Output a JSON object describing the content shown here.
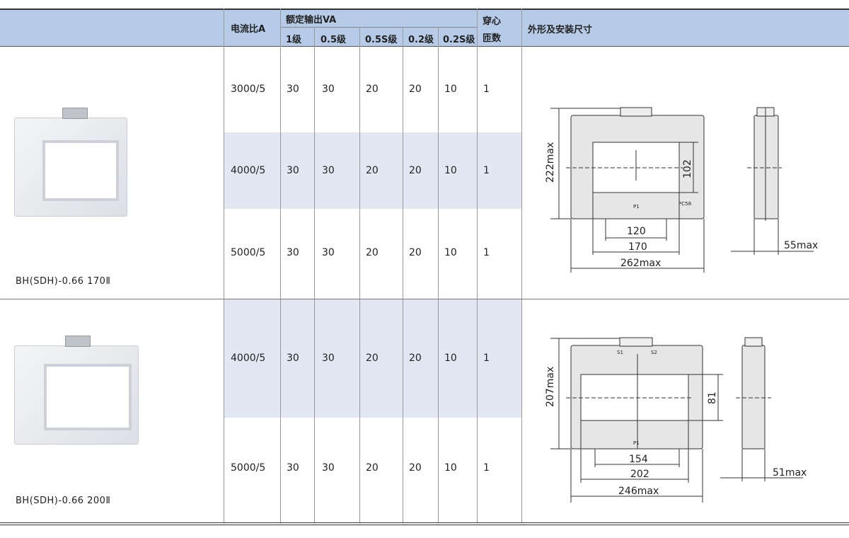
{
  "header": {
    "ratio": "电流比A",
    "rated_output": "额定输出VA",
    "classes": [
      "1级",
      "0.5级",
      "0.5S级",
      "0.2级",
      "0.2S级"
    ],
    "turns_line1": "穿心",
    "turns_line2": "匝数",
    "dimensions": "外形及安装尺寸"
  },
  "products": [
    {
      "model": "BH(SDH)-0.66 170Ⅱ",
      "rows": [
        {
          "ratio": "3000/5",
          "values": [
            "30",
            "30",
            "20",
            "20",
            "10"
          ],
          "turns": "1"
        },
        {
          "ratio": "4000/5",
          "values": [
            "30",
            "30",
            "20",
            "20",
            "10"
          ],
          "turns": "1"
        },
        {
          "ratio": "5000/5",
          "values": [
            "30",
            "30",
            "20",
            "20",
            "10"
          ],
          "turns": "1"
        }
      ],
      "drawing": {
        "height": "222max",
        "window_h": "102",
        "hole_spacing": "120",
        "window_w": "170",
        "width": "262max",
        "depth": "55max",
        "mark1": "P1",
        "mark2": "PC58"
      }
    },
    {
      "model": "BH(SDH)-0.66 200Ⅱ",
      "rows": [
        {
          "ratio": "4000/5",
          "values": [
            "30",
            "30",
            "20",
            "20",
            "10"
          ],
          "turns": "1"
        },
        {
          "ratio": "5000/5",
          "values": [
            "30",
            "30",
            "20",
            "20",
            "10"
          ],
          "turns": "1"
        }
      ],
      "drawing": {
        "height": "207max",
        "window_h": "81",
        "hole_spacing": "154",
        "window_w": "202",
        "width": "246max",
        "depth": "51max",
        "mark1": "P1",
        "mark2": "S1",
        "mark3": "S2"
      }
    }
  ]
}
